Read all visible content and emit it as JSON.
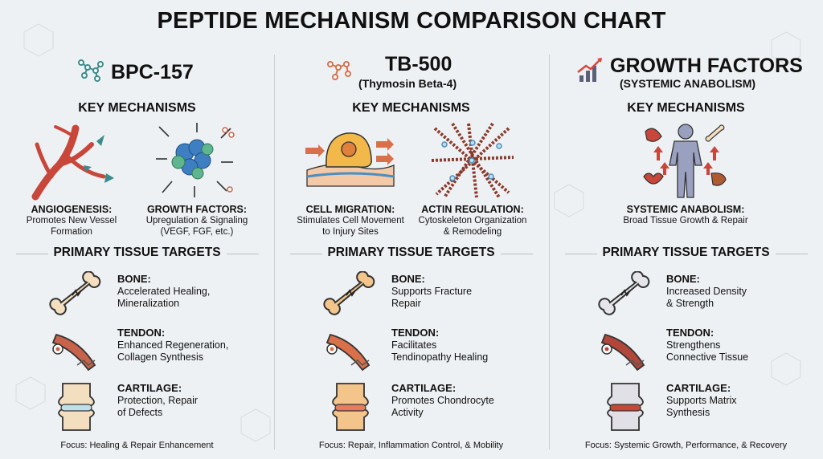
{
  "title": "PEPTIDE MECHANISM COMPARISON CHART",
  "colors": {
    "bpc": "#3a8c8c",
    "tb": "#d9704a",
    "gf": "#5a5f7a",
    "bone": "#f4dec0",
    "tendon": "#c8624a",
    "cartilage": "#bfe0ea"
  },
  "columns": [
    {
      "name": "BPC-157",
      "subtitle": "",
      "icon": "molecule-icon",
      "mechanisms_heading": "KEY MECHANISMS",
      "mechanisms": [
        {
          "icon": "blood-vessel-icon",
          "title": "ANGIOGENESIS:",
          "desc1": "Promotes New Vessel",
          "desc2": "Formation",
          "desc3": ""
        },
        {
          "icon": "growth-factor-icon",
          "title": "GROWTH FACTORS:",
          "desc1": "Upregulation & Signaling",
          "desc2": "(VEGF, FGF, etc.)",
          "desc3": ""
        }
      ],
      "targets_heading": "PRIMARY TISSUE TARGETS",
      "targets": [
        {
          "icon": "bone-icon",
          "title": "BONE:",
          "desc1": "Accelerated Healing,",
          "desc2": "Mineralization"
        },
        {
          "icon": "tendon-icon",
          "title": "TENDON:",
          "desc1": "Enhanced Regeneration,",
          "desc2": "Collagen Synthesis"
        },
        {
          "icon": "cartilage-icon",
          "title": "CARTILAGE:",
          "desc1": "Protection, Repair",
          "desc2": "of Defects"
        }
      ],
      "focus": "Focus: Healing & Repair Enhancement"
    },
    {
      "name": "TB-500",
      "subtitle": "(Thymosin Beta-4)",
      "icon": "molecule-icon",
      "mechanisms_heading": "KEY MECHANISMS",
      "mechanisms": [
        {
          "icon": "cell-migration-icon",
          "title": "CELL MIGRATION:",
          "desc1": "Stimulates Cell Movement",
          "desc2": "to Injury Sites",
          "desc3": ""
        },
        {
          "icon": "actin-network-icon",
          "title": "ACTIN REGULATION:",
          "desc1": "Cytoskeleton Organization",
          "desc2": "& Remodeling",
          "desc3": ""
        }
      ],
      "targets_heading": "PRIMARY TISSUE TARGETS",
      "targets": [
        {
          "icon": "bone-icon",
          "title": "BONE:",
          "desc1": "Supports Fracture",
          "desc2": "Repair"
        },
        {
          "icon": "tendon-icon",
          "title": "TENDON:",
          "desc1": "Facilitates",
          "desc2": "Tendinopathy Healing"
        },
        {
          "icon": "cartilage-icon",
          "title": "CARTILAGE:",
          "desc1": "Promotes Chondrocyte",
          "desc2": "Activity"
        }
      ],
      "focus": "Focus: Repair, Inflammation Control, & Mobility"
    },
    {
      "name": "GROWTH FACTORS",
      "subtitle": "(SYSTEMIC ANABOLISM)",
      "icon": "growth-chart-icon",
      "mechanisms_heading": "KEY MECHANISMS",
      "mechanisms": [
        {
          "icon": "body-anabolism-icon",
          "title": "SYSTEMIC ANABOLISM:",
          "desc1": "Broad Tissue Growth & Repair",
          "desc2": "",
          "desc3": ""
        }
      ],
      "targets_heading": "PRIMARY TISSUE TARGETS",
      "targets": [
        {
          "icon": "bone-icon",
          "title": "BONE:",
          "desc1": "Increased Density",
          "desc2": "& Strength"
        },
        {
          "icon": "tendon-icon",
          "title": "TENDON:",
          "desc1": "Strengthens",
          "desc2": "Connective Tissue"
        },
        {
          "icon": "cartilage-icon",
          "title": "CARTILAGE:",
          "desc1": "Supports Matrix",
          "desc2": "Synthesis"
        }
      ],
      "focus": "Focus: Systemic Growth, Performance, & Recovery"
    }
  ]
}
